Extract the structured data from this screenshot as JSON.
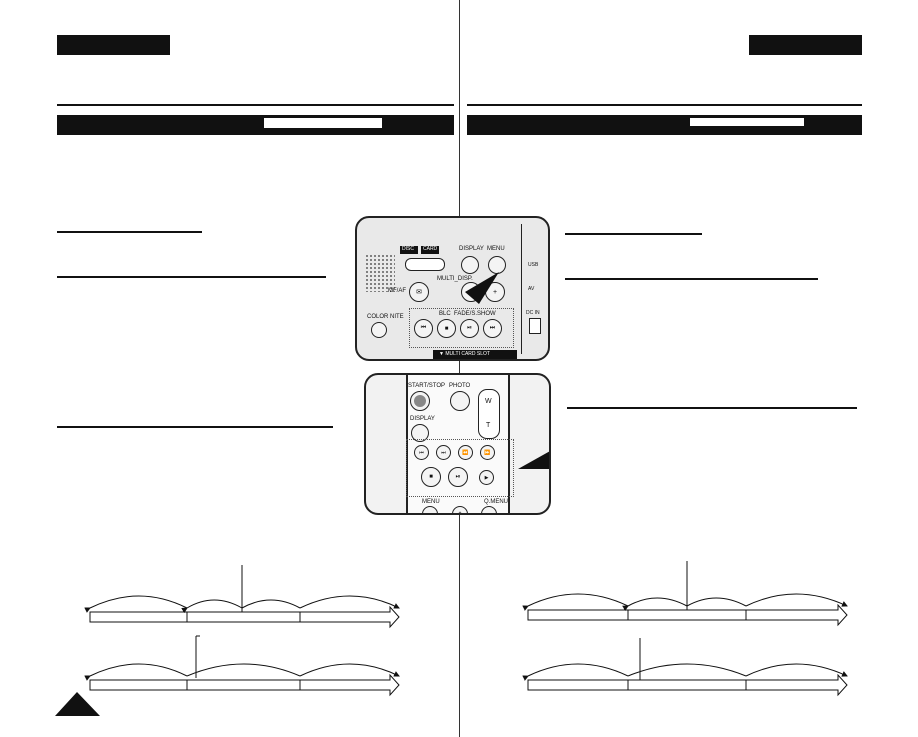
{
  "camera_panel": {
    "mode_disc": "DISC",
    "mode_card": "CARD",
    "display": "DISPLAY",
    "menu": "MENU",
    "multi_disp": "MULTI_DISP.",
    "mf_af": "MF/AF",
    "blc": "BLC",
    "fade_show": "FADE/S.SHOW",
    "color_nite": "COLOR NITE",
    "card_slot": "▼ MULTI CARD SLOT",
    "usb": "USB",
    "av": "AV",
    "dc_in": "DC IN"
  },
  "remote": {
    "start_stop": "START/STOP",
    "photo": "PHOTO",
    "display": "DISPLAY",
    "zoom_w": "W",
    "zoom_t": "T",
    "menu": "MENU",
    "q_menu": "Q.MENU"
  },
  "colors": {
    "ink": "#111111",
    "panel_bg": "#e9e9e9",
    "paper": "#ffffff"
  }
}
